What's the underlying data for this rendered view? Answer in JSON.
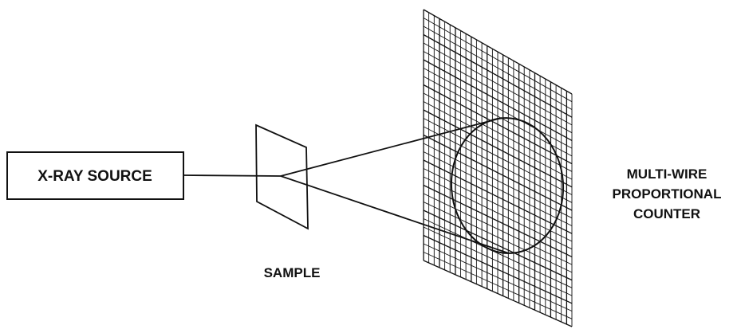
{
  "labels": {
    "source": "X-RAY SOURCE",
    "sample": "SAMPLE",
    "detector_line1": "MULTI-WIRE",
    "detector_line2": "PROPORTIONAL",
    "detector_line3": "COUNTER"
  },
  "colors": {
    "ink": "#111111",
    "background": "#ffffff"
  }
}
